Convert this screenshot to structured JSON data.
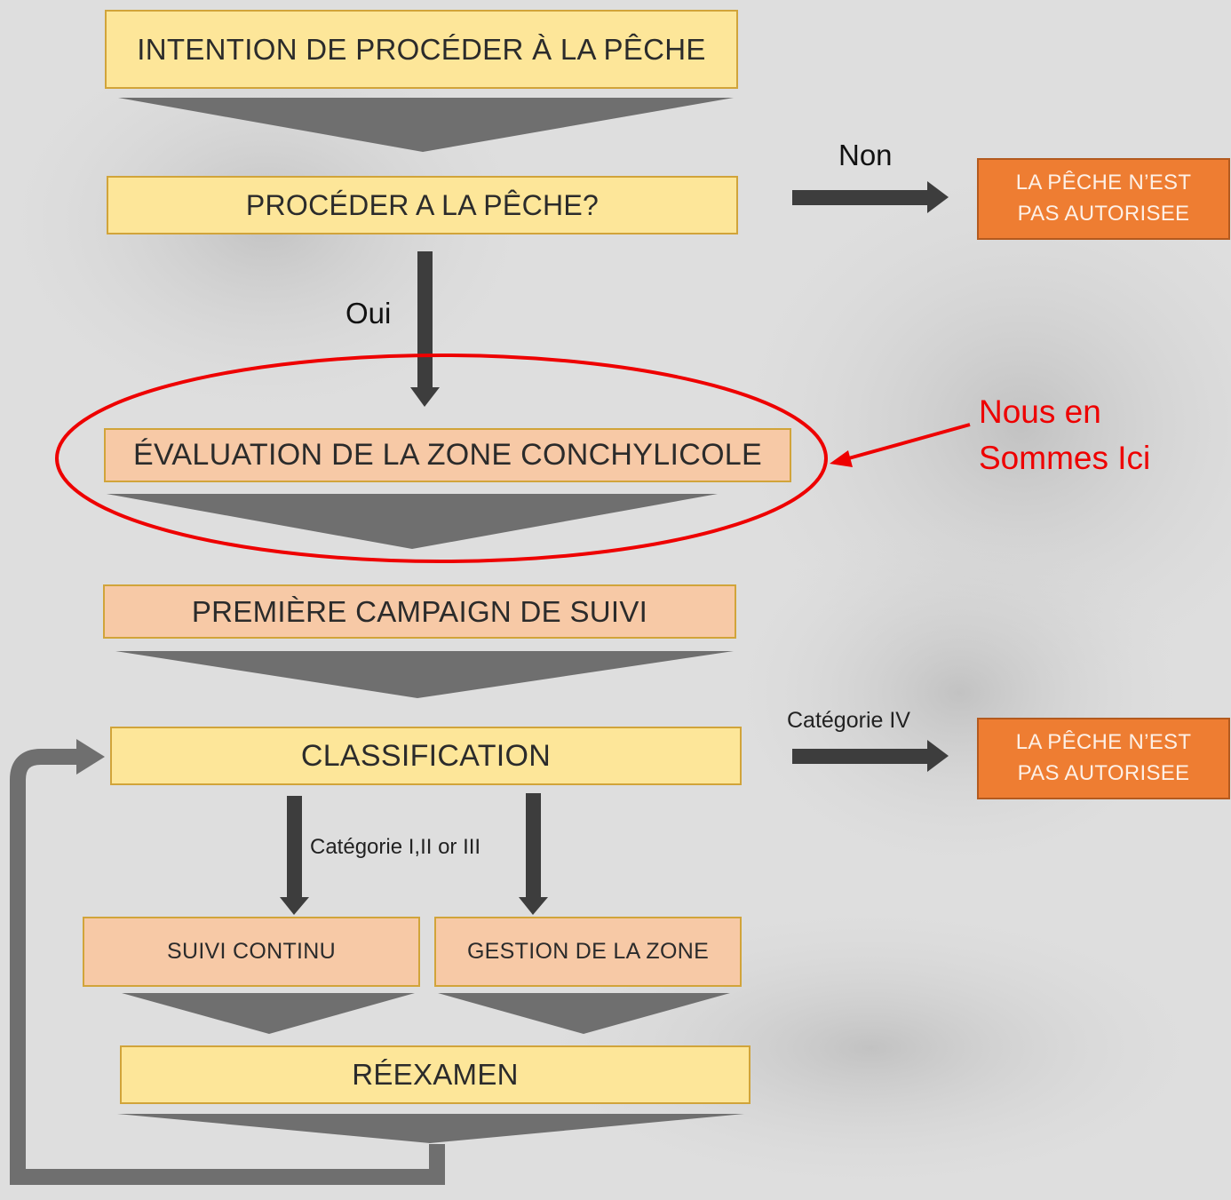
{
  "steps": {
    "intention": "INTENTION DE PROCÉDER À LA PÊCHE",
    "proceder": "PROCÉDER A LA PÊCHE?",
    "evaluation": "ÉVALUATION DE LA ZONE CONCHYLICOLE",
    "premiere": "PREMIÈRE CAMPAIGN DE SUIVI",
    "classification": "CLASSIFICATION",
    "suivi_continu": "SUIVI CONTINU",
    "gestion": "GESTION DE LA ZONE",
    "reexamen": "RÉEXAMEN"
  },
  "outcomes": {
    "refused_line1": "LA PÊCHE N’EST",
    "refused_line2": "PAS AUTORISEE"
  },
  "labels": {
    "non": "Non",
    "oui": "Oui",
    "categorie_iv": "Catégorie IV",
    "categorie_i_iii": "Catégorie I,II or III"
  },
  "annotation": {
    "line1": "Nous en",
    "line2": "Sommes Ici"
  },
  "colors": {
    "yellow_box": "#fde699",
    "peach_box": "#f7c9a6",
    "orange_box": "#ee7d32",
    "highlight": "#ee0000",
    "chevron": "#6f6f6f",
    "arrow": "#3d3d3d"
  }
}
